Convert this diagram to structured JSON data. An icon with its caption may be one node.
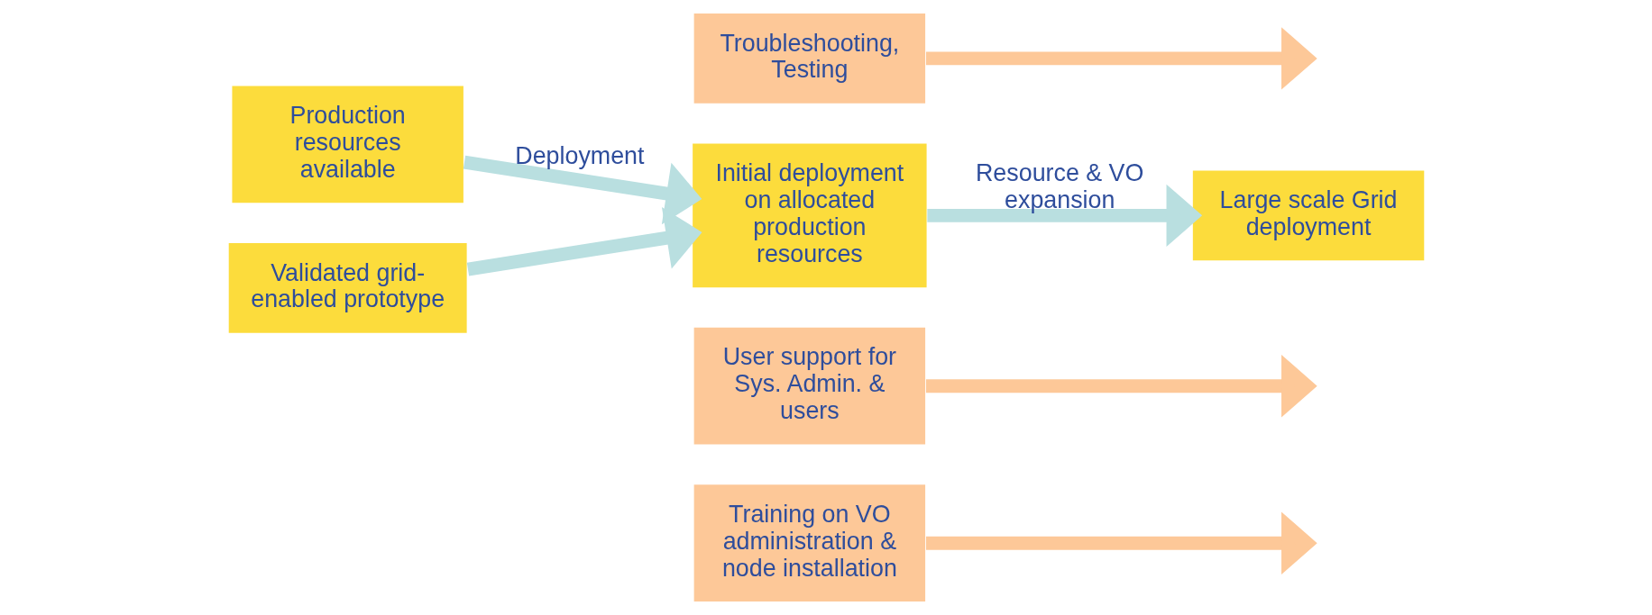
{
  "diagram": {
    "nodes": [
      {
        "text": [
          "Production resources available"
        ]
      },
      {
        "text": [
          "Validated grid-enabled prototype"
        ]
      },
      {
        "text": [
          "Initial deployment on allocated production resources"
        ]
      },
      {
        "text": [
          "Training on VO administration & node installation"
        ]
      },
      {
        "text": [
          "User support for Sys. Admin. & users"
        ]
      },
      {
        "text": [
          "Large scale Grid deployment"
        ]
      },
      {
        "text": [
          "Troubleshooting, Testing"
        ]
      }
    ],
    "edges": [
      {
        "from": 0,
        "to": 2,
        "arrow": "to",
        "label": "Deployment",
        "color": "#b9dfe0"
      },
      {
        "from": 1,
        "to": 2,
        "arrow": "to",
        "color": "#b9dfe0"
      },
      {
        "from": 2,
        "to": 5,
        "arrow": "to",
        "label": "Resource & VO expansion",
        "color": "#b9dfe0"
      },
      {
        "from": 3,
        "to": null,
        "arrow": "to"
      },
      {
        "from": 4,
        "to": null,
        "arrow": "to"
      },
      {
        "from": 6,
        "to": null,
        "arrow": "to"
      }
    ]
  }
}
